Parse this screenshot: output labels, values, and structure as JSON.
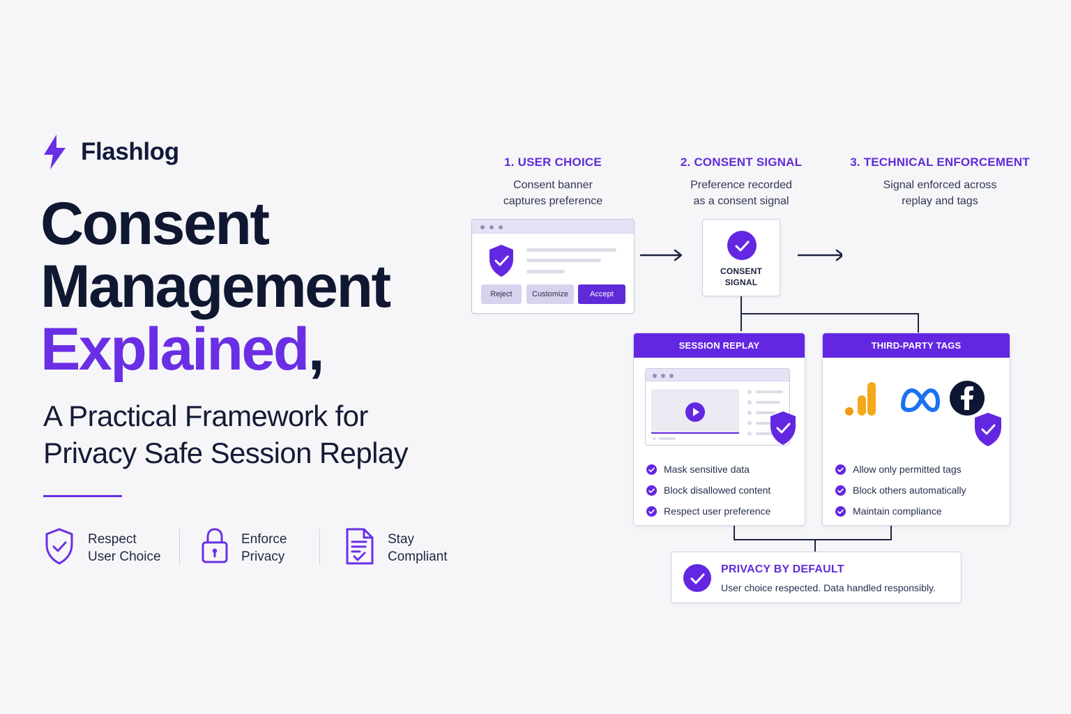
{
  "brand": {
    "name": "Flashlog",
    "icon": "lightning-bolt-icon",
    "accent_color": "#6a2fe4"
  },
  "hero": {
    "title_line_1": "Consent",
    "title_line_2": "Management",
    "title_line_3": "Explained",
    "title_punctuation": ",",
    "subtitle_line_1": "A Practical Framework for",
    "subtitle_line_2": "Privacy Safe Session Replay"
  },
  "benefits": [
    {
      "icon": "shield-check-icon",
      "line_1": "Respect",
      "line_2": "User Choice"
    },
    {
      "icon": "lock-icon",
      "line_1": "Enforce",
      "line_2": "Privacy"
    },
    {
      "icon": "document-check-icon",
      "line_1": "Stay",
      "line_2": "Compliant"
    }
  ],
  "steps": [
    {
      "title": "1. USER CHOICE",
      "description_line_1": "Consent banner",
      "description_line_2": "captures preference"
    },
    {
      "title": "2. CONSENT SIGNAL",
      "description_line_1": "Preference recorded",
      "description_line_2": "as a consent signal"
    },
    {
      "title": "3. TECHNICAL ENFORCEMENT",
      "description_line_1": "Signal enforced across",
      "description_line_2": "replay and tags"
    }
  ],
  "consent_banner": {
    "reject_label": "Reject",
    "customize_label": "Customize",
    "accept_label": "Accept"
  },
  "consent_signal": {
    "line_1": "CONSENT",
    "line_2": "SIGNAL"
  },
  "panels": {
    "session_replay": {
      "title": "SESSION REPLAY",
      "items": [
        "Mask sensitive data",
        "Block disallowed content",
        "Respect user preference"
      ]
    },
    "third_party_tags": {
      "title": "THIRD-PARTY TAGS",
      "items": [
        "Allow only permitted tags",
        "Block others automatically",
        "Maintain compliance"
      ],
      "icons": [
        "analytics-icon",
        "meta-icon",
        "facebook-icon",
        "shield-check-icon"
      ]
    }
  },
  "privacy_by_default": {
    "title": "PRIVACY BY DEFAULT",
    "text": "User choice respected. Data handled responsibly."
  },
  "colors": {
    "primary": "#6327e2",
    "dark": "#0f1731",
    "text": "#25304d",
    "background": "#f6f6f9",
    "analytics_orange": "#f39b14",
    "meta_blue": "#1973f0",
    "facebook_dark": "#0d1733"
  }
}
